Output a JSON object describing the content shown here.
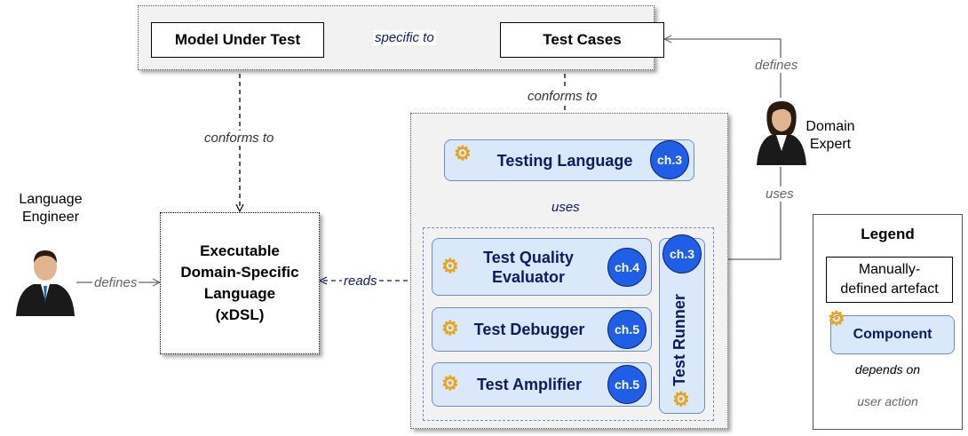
{
  "artefacts": {
    "model_under_test": "Model Under Test",
    "test_cases": "Test Cases",
    "xdsl_line1": "Executable",
    "xdsl_line2": "Domain-Specific",
    "xdsl_line3": "Language",
    "xdsl_line4": "(xDSL)"
  },
  "components": {
    "testing_language": {
      "label": "Testing Language",
      "chapter": "ch.3"
    },
    "test_quality_evaluator": {
      "line1": "Test Quality",
      "line2": "Evaluator",
      "chapter": "ch.4"
    },
    "test_debugger": {
      "label": "Test Debugger",
      "chapter": "ch.5"
    },
    "test_amplifier": {
      "label": "Test Amplifier",
      "chapter": "ch.5"
    },
    "test_runner": {
      "label": "Test Runner",
      "chapter": "ch.3"
    }
  },
  "actors": {
    "language_engineer_line1": "Language",
    "language_engineer_line2": "Engineer",
    "domain_expert_line1": "Domain",
    "domain_expert_line2": "Expert"
  },
  "edges": {
    "specific_to": "specific to",
    "conforms_to_left": "conforms to",
    "conforms_to_right": "conforms to",
    "uses_internal": "uses",
    "reads": "reads",
    "defines_left": "defines",
    "defines_right": "defines",
    "uses_expert": "uses"
  },
  "legend": {
    "title": "Legend",
    "artefact_line1": "Manually-",
    "artefact_line2": "defined artefact",
    "component": "Component",
    "depends_on": "depends on",
    "user_action": "user action"
  },
  "colors": {
    "component_fill": "#dae8fc",
    "component_border": "#6c8ebf",
    "badge": "#1f5fe8",
    "dark_text": "#0b1a6b"
  }
}
